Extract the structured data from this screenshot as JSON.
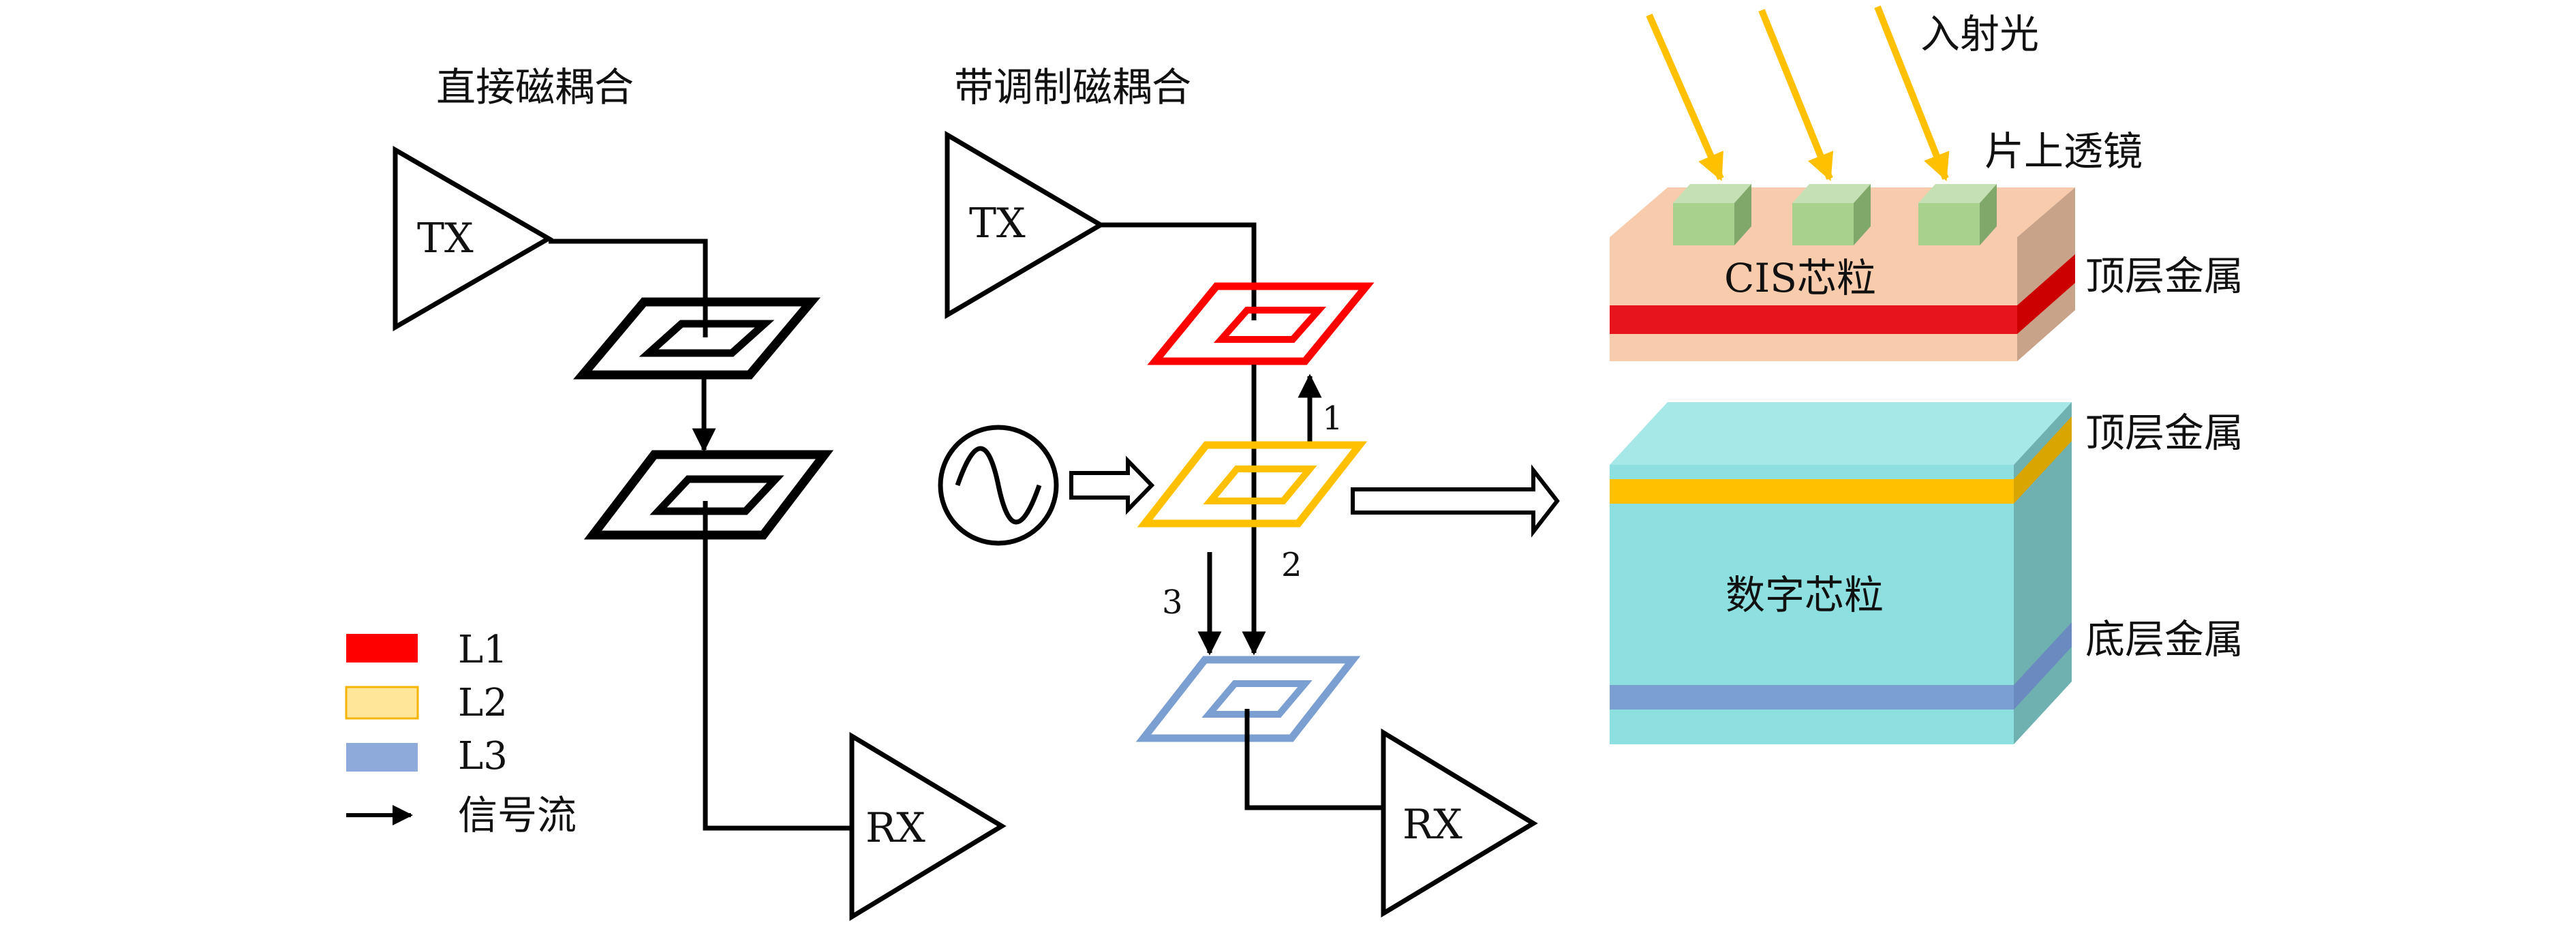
{
  "direct": {
    "title": "直接磁耦合",
    "tx_label": "TX",
    "rx_label": "RX"
  },
  "modulated": {
    "title": "带调制磁耦合",
    "tx_label": "TX",
    "rx_label": "RX",
    "path_labels": [
      "1",
      "2",
      "3"
    ]
  },
  "legend": {
    "items": [
      {
        "label": "L1",
        "color": "#ff0000"
      },
      {
        "label": "L2",
        "color": "#ffc000"
      },
      {
        "label": "L3",
        "color": "#7c9fd1"
      },
      {
        "label": "信号流"
      }
    ]
  },
  "stack": {
    "incident_light": "入射光",
    "on_chip_lens": "片上透镜",
    "cis_die": "CIS芯粒",
    "cis_top_metal": "顶层金属",
    "digital_die": "数字芯粒",
    "digital_top_metal": "顶层金属",
    "digital_bottom_metal": "底层金属"
  },
  "colors": {
    "l1": "#ff0000",
    "l2": "#ffc000",
    "l3": "#7c9fd1",
    "light_arrow": "#ffc000",
    "lens": "#a9d18e",
    "cis_body": "#f8cbad",
    "digital_body": "#8ee0e0"
  }
}
